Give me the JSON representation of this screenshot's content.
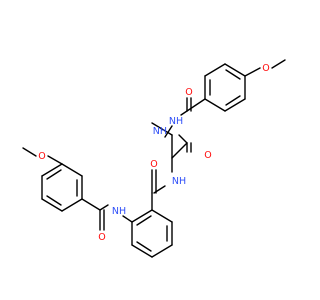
{
  "colors": {
    "background": "#ffffff",
    "carbon_bond": "#000000",
    "oxygen": "#ff0d0d",
    "nitrogen": "#3050f8"
  },
  "atoms": {
    "o_methoxy_top": "O",
    "o_carbonyl_top": "O",
    "n_hydrazide_1": "NH",
    "n_hydrazide_2": "NH",
    "o_carbonyl_mid": "O",
    "n_amide_mid": "NH",
    "o_carbonyl_benzamide": "O",
    "n_amide_low": "NH",
    "o_carbonyl_low": "O",
    "o_methoxy_left": "O"
  }
}
